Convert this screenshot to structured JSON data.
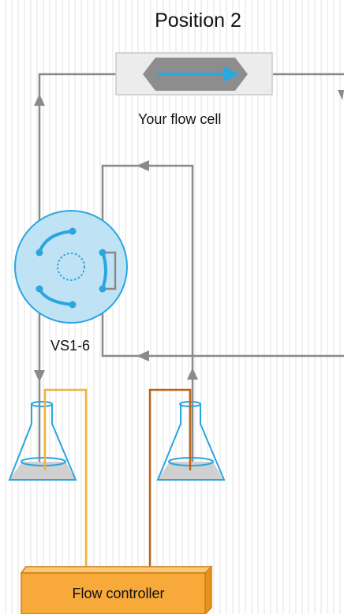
{
  "title": "Position 2",
  "flow_cell": {
    "label": "Your flow cell"
  },
  "valve": {
    "label": "VS1-6"
  },
  "controller": {
    "label": "Flow controller"
  },
  "colors": {
    "tubing": "#8a8a8a",
    "valve_fill": "#bfe3f5",
    "valve_accent": "#2aa6df",
    "flow_arrow": "#29a8e0",
    "liquid": "#d0d0d0",
    "pressure_line_left": "#f0b43c",
    "pressure_line_right": "#b8651a",
    "controller_fill": "#f7a93a",
    "controller_edge": "#d07f10"
  },
  "icons": [
    "flow-cell-icon",
    "rotary-valve-icon",
    "flask-icon",
    "flow-controller-icon",
    "arrow-icon"
  ]
}
